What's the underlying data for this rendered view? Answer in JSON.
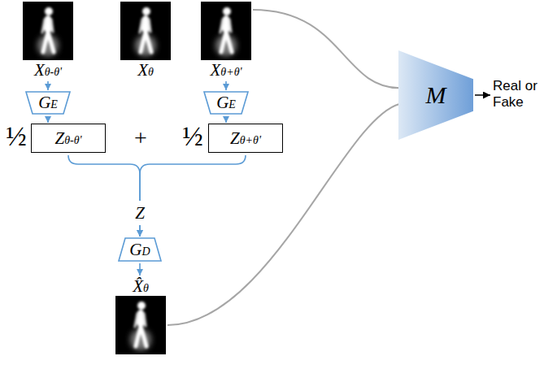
{
  "diagram": {
    "nodes": [
      {
        "text": [
          "Xθ-θ'"
        ]
      },
      {
        "text": [
          "Xθ"
        ]
      },
      {
        "text": [
          "Xθ+θ'"
        ]
      },
      {
        "text": [
          "GE"
        ]
      },
      {
        "text": [
          "GE"
        ]
      },
      {
        "text": [
          "Zθ-θ'"
        ]
      },
      {
        "text": [
          "Zθ+θ'"
        ]
      },
      {
        "text": [
          "GD"
        ]
      },
      {
        "text": [
          "X̂θ"
        ]
      },
      {
        "text": [
          "M"
        ]
      }
    ],
    "edges": [
      {
        "from": 0,
        "to": 3,
        "arrow": "to"
      },
      {
        "from": 2,
        "to": 4,
        "arrow": "to"
      },
      {
        "from": 3,
        "to": 5,
        "arrow": "to"
      },
      {
        "from": 4,
        "to": 6,
        "arrow": "to"
      },
      {
        "from": 5,
        "to": 7,
        "arrow": "to"
      },
      {
        "from": 6,
        "to": 7,
        "arrow": "to"
      },
      {
        "from": 7,
        "to": 8,
        "arrow": "to"
      },
      {
        "from": 2,
        "to": 9,
        "arrow": "none"
      },
      {
        "from": 8,
        "to": 9,
        "arrow": "none"
      }
    ],
    "labels": [
      "½",
      "+",
      "½",
      "Z",
      "Real or Fake"
    ]
  }
}
